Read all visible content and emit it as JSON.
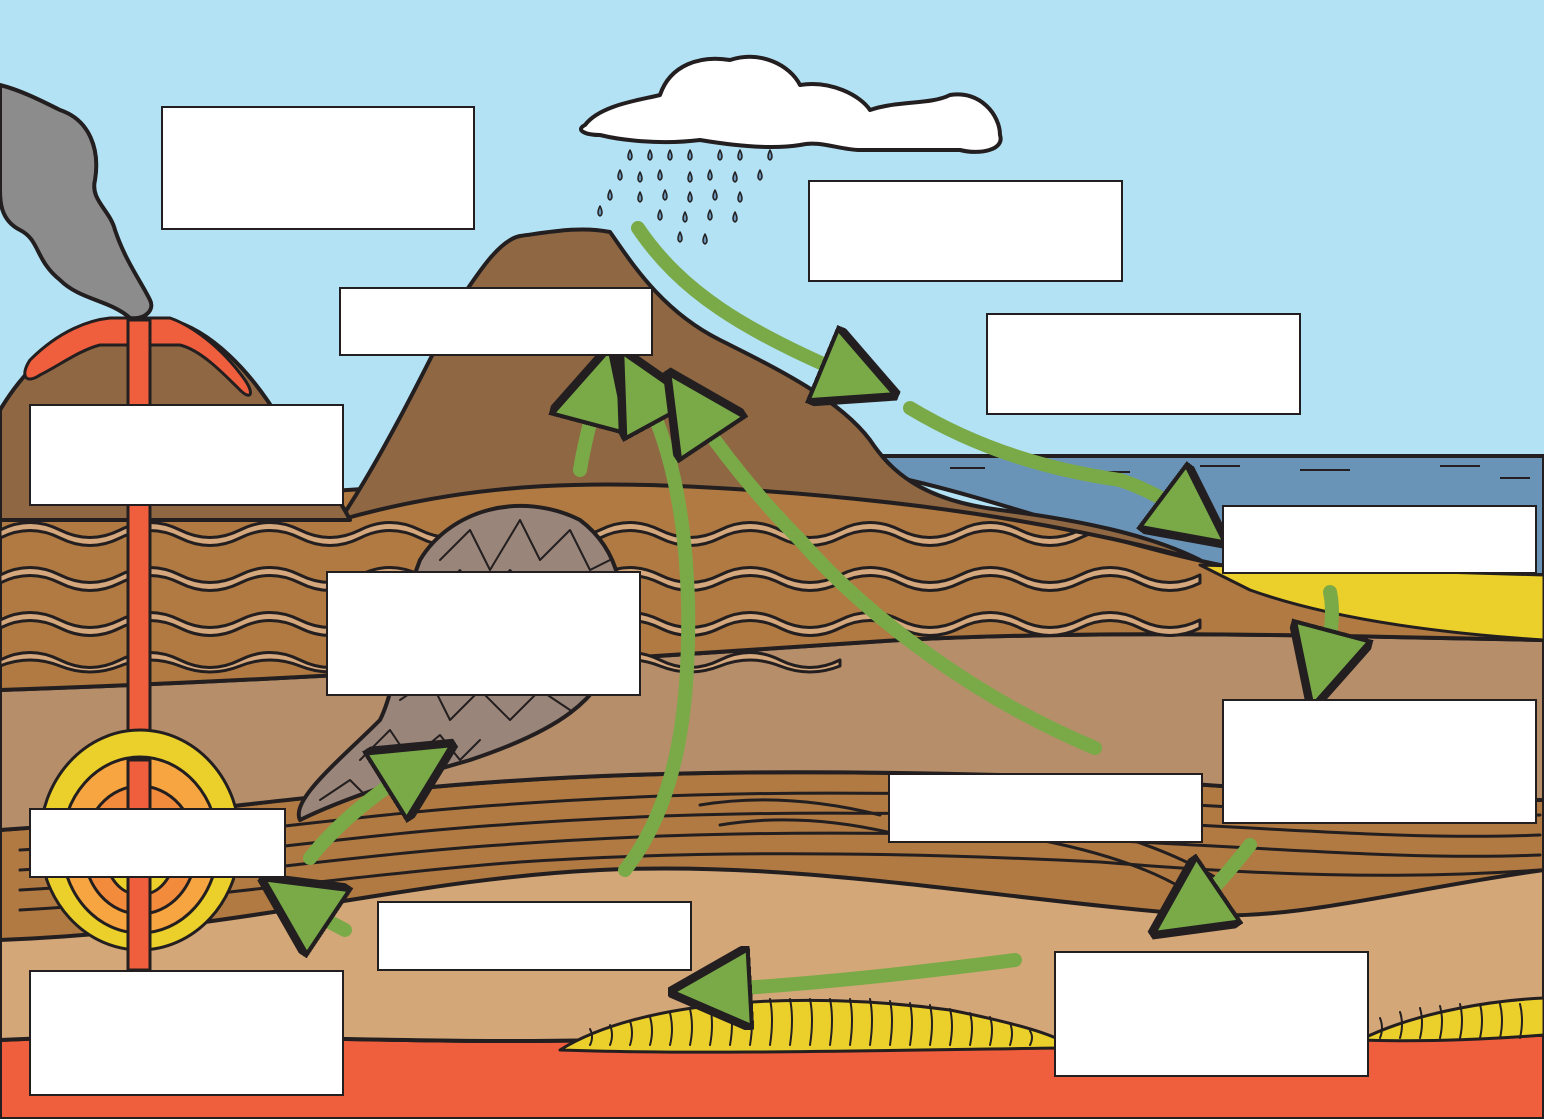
{
  "diagram": {
    "labels": [
      {
        "id": "box-1",
        "text": ""
      },
      {
        "id": "box-2",
        "text": ""
      },
      {
        "id": "box-3",
        "text": ""
      },
      {
        "id": "box-4",
        "text": ""
      },
      {
        "id": "box-5",
        "text": ""
      },
      {
        "id": "box-6",
        "text": ""
      },
      {
        "id": "box-7",
        "text": ""
      },
      {
        "id": "box-8",
        "text": ""
      },
      {
        "id": "box-9",
        "text": ""
      },
      {
        "id": "box-10",
        "text": ""
      },
      {
        "id": "box-11",
        "text": ""
      },
      {
        "id": "box-12",
        "text": ""
      },
      {
        "id": "box-13",
        "text": ""
      },
      {
        "id": "box-14",
        "text": ""
      }
    ],
    "colors": {
      "sky": "#b3e2f4",
      "cloud": "#ffffff",
      "smoke": "#8c8c8c",
      "lava": "#f26440",
      "volcano": "#8f6843",
      "mountain": "#8f6843",
      "sea": "#6a94b7",
      "sand": "#ebcf2a",
      "sediment_light": "#d5a77c",
      "sediment_dark": "#b07a42",
      "crust": "#b68e6a",
      "deep_crust": "#d4a778",
      "metamorphic": "#9a857a",
      "mantle": "#ef5e3d",
      "arrow": "#7aaa48",
      "outline": "#231f20"
    }
  }
}
